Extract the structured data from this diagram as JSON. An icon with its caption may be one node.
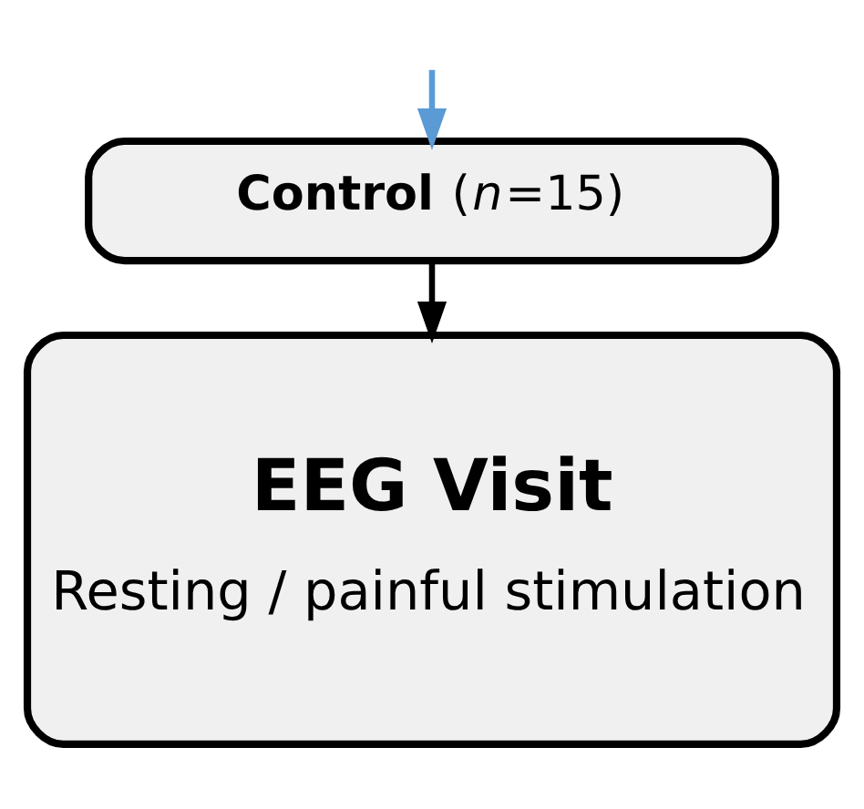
{
  "diagram": {
    "nodes": [
      {
        "text": [
          "**Control** (*n*=15)"
        ]
      },
      {
        "text": [
          "EEG Visit",
          "Resting / painful stimulation"
        ]
      }
    ],
    "edges": [
      {
        "from": null,
        "to": 0,
        "arrow": "to",
        "color": "#5b9bd5"
      },
      {
        "from": 0,
        "to": 1,
        "arrow": "to",
        "color": "#000000"
      }
    ]
  }
}
